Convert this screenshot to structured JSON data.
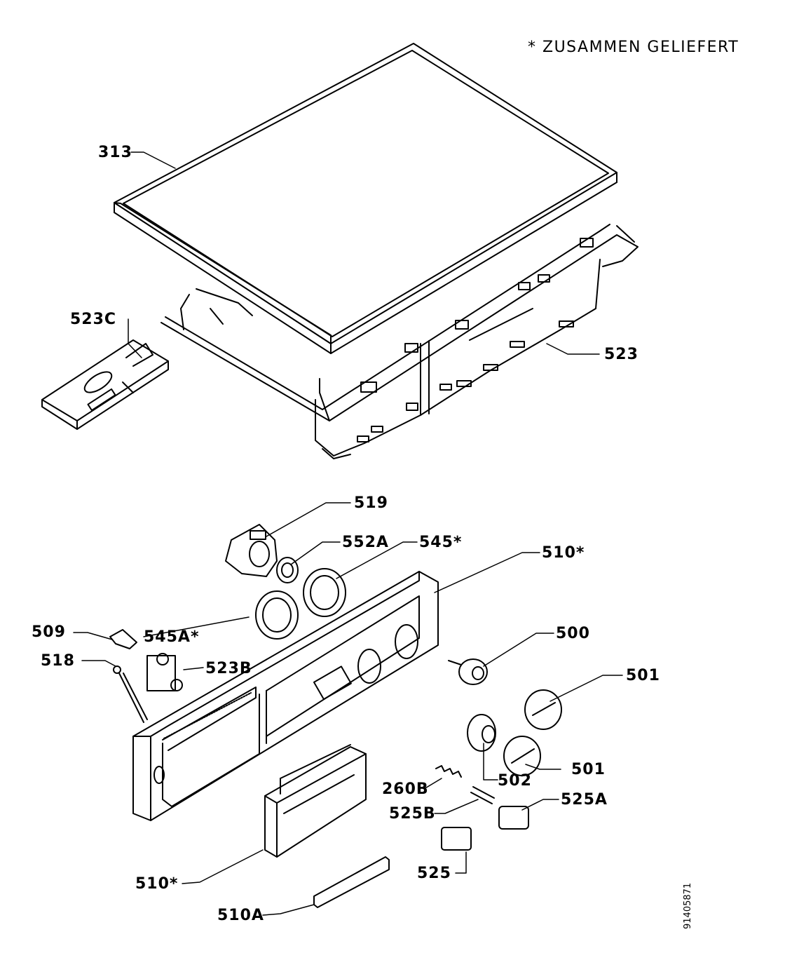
{
  "note": "* ZUSAMMEN GELIEFERT",
  "doc_number": "91405871",
  "labels": {
    "l313": "313",
    "l523C": "523C",
    "l523": "523",
    "l519": "519",
    "l552A": "552A",
    "l545s": "545*",
    "l510s_top": "510*",
    "l509": "509",
    "l545As": "545A*",
    "l518": "518",
    "l523B": "523B",
    "l500": "500",
    "l501_top": "501",
    "l501_bot": "501",
    "l502": "502",
    "l260B": "260B",
    "l525B": "525B",
    "l525A": "525A",
    "l525": "525",
    "l510s_bot": "510*",
    "l510A": "510A"
  }
}
